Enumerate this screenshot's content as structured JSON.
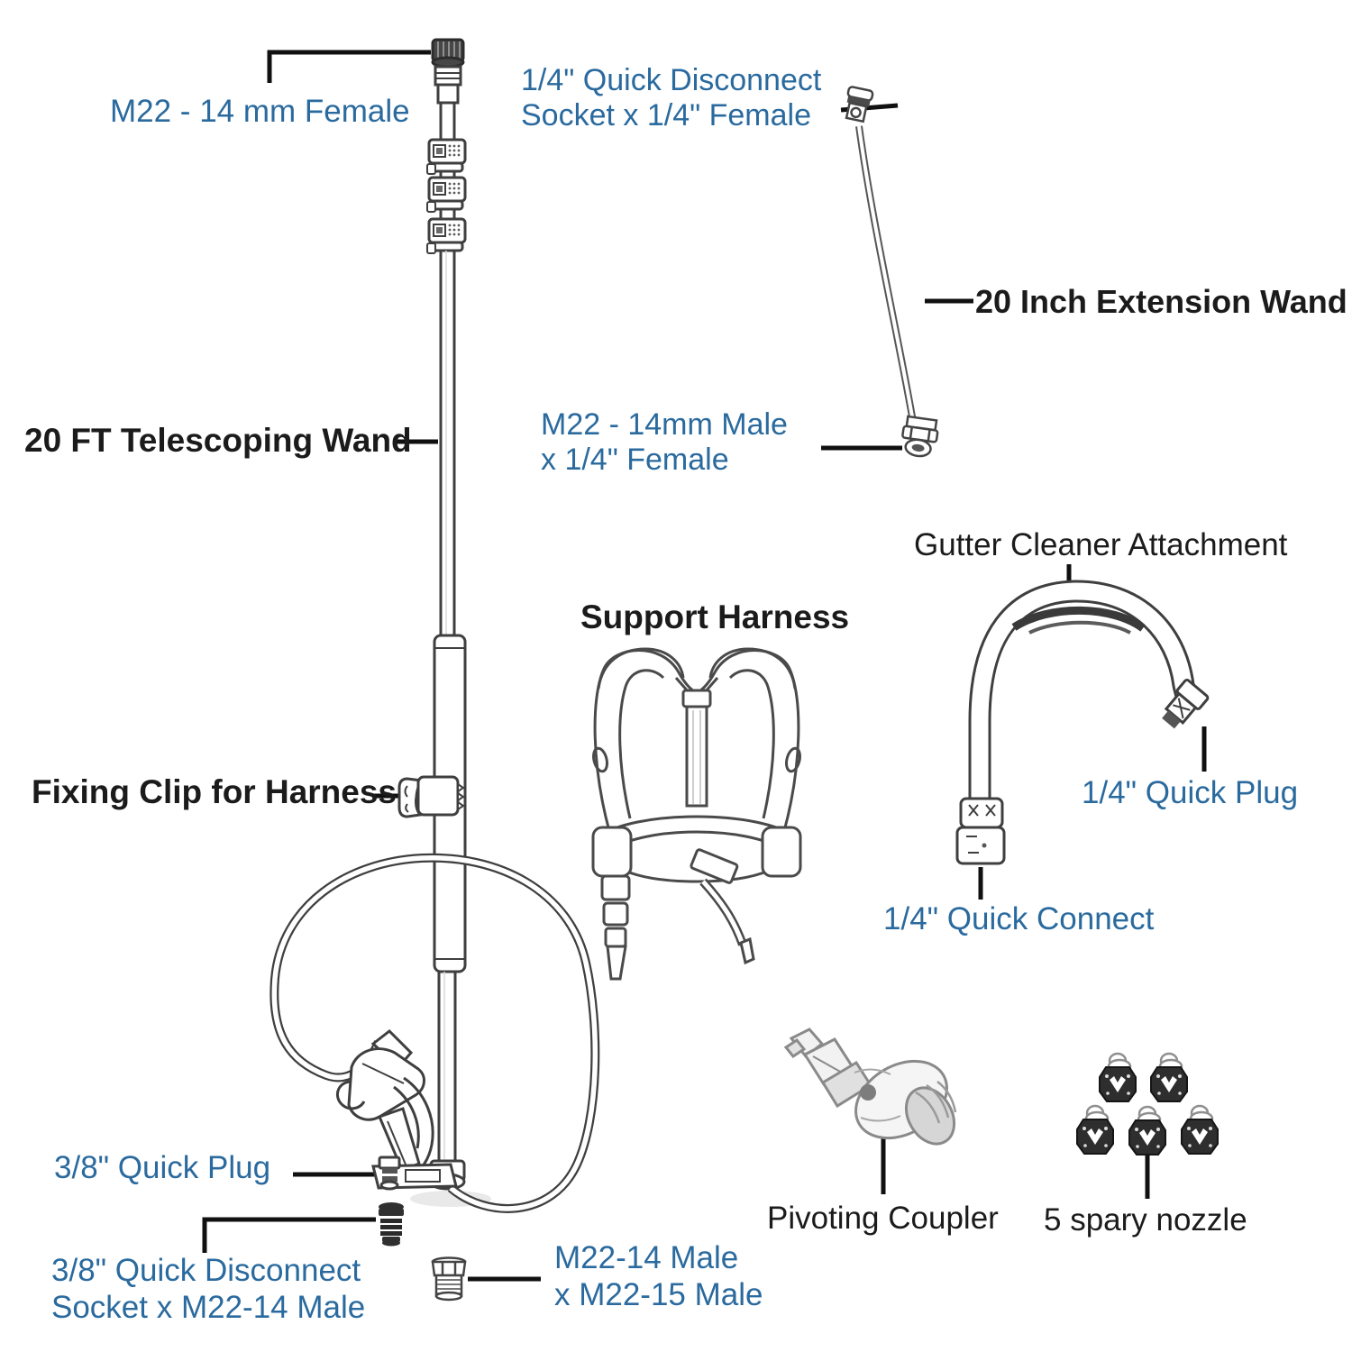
{
  "diagram": {
    "subject": "Telescoping pressure washer wand kit parts diagram",
    "accent_color": "#2a6a9e",
    "ink_color": "#1b1b1b",
    "labels": {
      "m22_female": "M22 - 14 mm Female",
      "qd_socket_quarter": "1/4\" Quick Disconnect\nSocket x 1/4\" Female",
      "extension_wand": "20 Inch Extension Wand",
      "telescoping_wand": "20 FT Telescoping Wand",
      "m22_male_quarter_female": "M22 - 14mm Male\nx 1/4\" Female",
      "gutter_cleaner": "Gutter Cleaner Attachment",
      "support_harness": "Support Harness",
      "fixing_clip": "Fixing Clip for Harness",
      "quarter_quick_plug": "1/4\" Quick Plug",
      "quarter_quick_connect": "1/4\" Quick Connect",
      "three_eighths_quick_plug": "3/8\" Quick Plug",
      "three_eighths_qd_socket": "3/8\" Quick Disconnect\nSocket x M22-14 Male",
      "m22_14_x_m22_15": "M22-14 Male\nx M22-15 Male",
      "pivoting_coupler": "Pivoting Coupler",
      "spray_nozzles": "5 spary nozzle"
    }
  }
}
